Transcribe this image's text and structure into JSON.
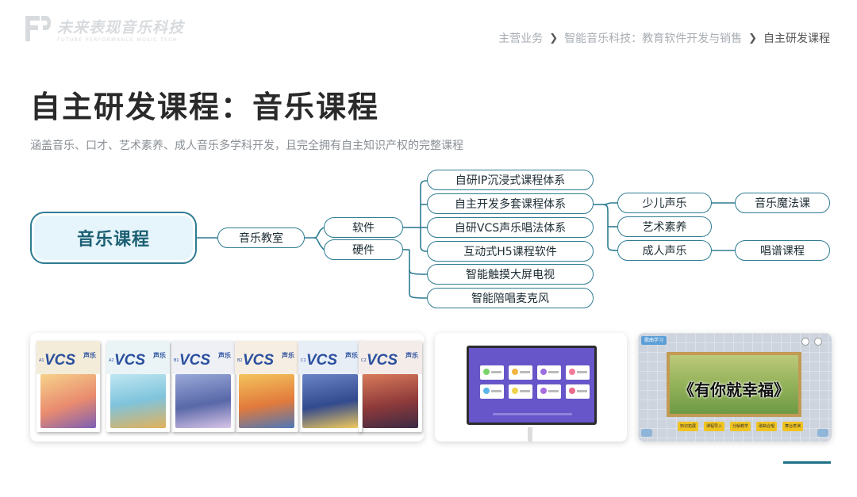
{
  "logo": {
    "cn_text": "未来表现音乐科技",
    "en_text": "FUTURE PERFORMANCE MUSIC TECH"
  },
  "breadcrumb": {
    "items": [
      "主营业务",
      "智能音乐科技：教育软件开发与销售",
      "自主研发课程"
    ]
  },
  "page": {
    "title": "自主研发课程：音乐课程",
    "subtitle": "涵盖音乐、口才、艺术素养、成人音乐多学科开发，且完全拥有自主知识产权的完整课程"
  },
  "mindmap": {
    "root": "音乐课程",
    "level1": "音乐教室",
    "level2": [
      "软件",
      "硬件"
    ],
    "software_items": [
      "自研IP沉浸式课程体系",
      "自主开发多套课程体系",
      "自研VCS声乐唱法体系",
      "互动式H5课程软件"
    ],
    "hardware_items": [
      "智能触摸大屏电视",
      "智能陪唱麦克风"
    ],
    "course_systems": [
      "少儿声乐",
      "艺术素养",
      "成人声乐"
    ],
    "sub_courses": [
      "音乐魔法课",
      "唱谱课程"
    ]
  },
  "books": [
    {
      "level": "A1",
      "vcs": "VCS",
      "label": "声乐"
    },
    {
      "level": "A2",
      "vcs": "VCS",
      "label": "声乐"
    },
    {
      "level": "B1",
      "vcs": "VCS",
      "label": "声乐"
    },
    {
      "level": "B2",
      "vcs": "VCS",
      "label": "声乐"
    },
    {
      "level": "C1",
      "vcs": "VCS",
      "label": "声乐"
    },
    {
      "level": "C2",
      "vcs": "VCS",
      "label": "声乐"
    }
  ],
  "screen": {
    "tag": "歌曲学习",
    "song_title": "《有你就幸福》",
    "buttons": [
      "知识拓展",
      "课程导入",
      "分解教学",
      "歌曲合唱",
      "舞台表演"
    ]
  },
  "colors": {
    "accent": "#2e7c93",
    "root_fill": "#e6f5fb",
    "title": "#2a2a2a"
  }
}
